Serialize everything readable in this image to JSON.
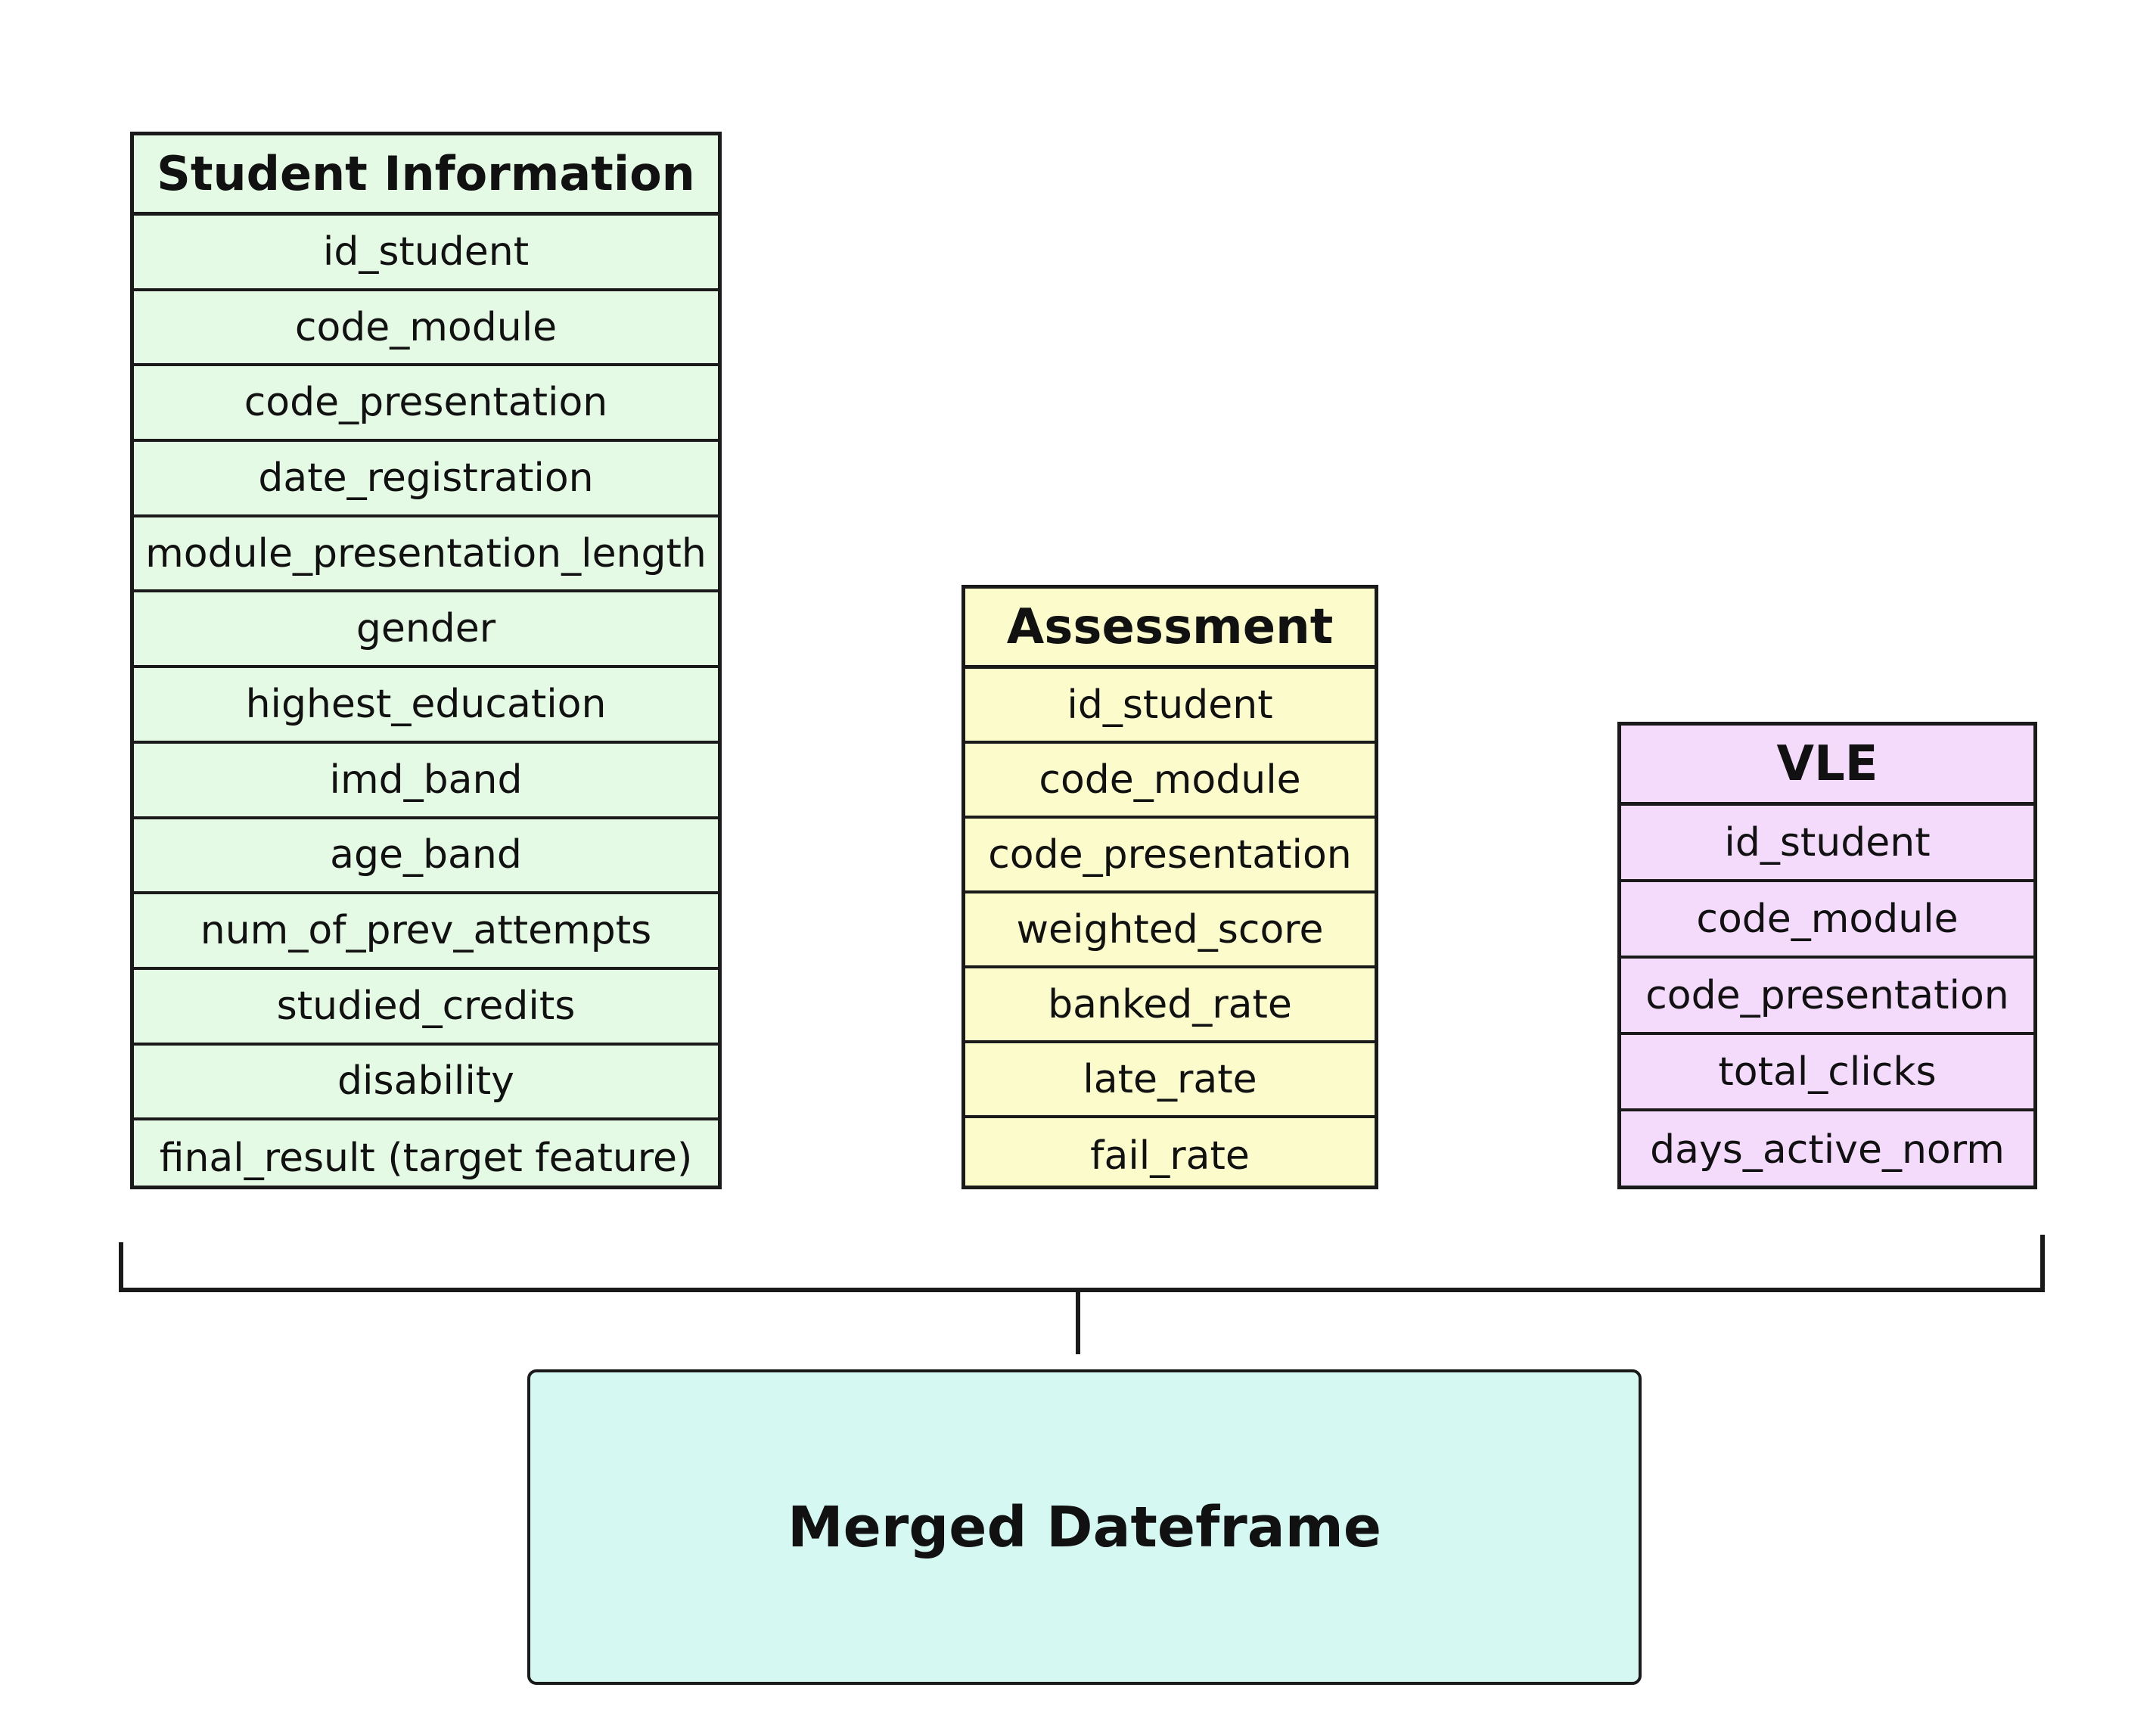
{
  "tables": {
    "student": {
      "title": "Student Information",
      "fields": [
        "id_student",
        "code_module",
        "code_presentation",
        "date_registration",
        "module_presentation_length",
        "gender",
        "highest_education",
        "imd_band",
        "age_band",
        "num_of_prev_attempts",
        "studied_credits",
        "disability",
        "final_result (target feature)"
      ],
      "color": "#e4fae4"
    },
    "assessment": {
      "title": "Assessment",
      "fields": [
        "id_student",
        "code_module",
        "code_presentation",
        "weighted_score",
        "banked_rate",
        "late_rate",
        "fail_rate"
      ],
      "color": "#fbfbcc"
    },
    "vle": {
      "title": "VLE",
      "fields": [
        "id_student",
        "code_module",
        "code_presentation",
        "total_clicks",
        "days_active_norm"
      ],
      "color": "#f4dbfc"
    }
  },
  "merged": {
    "label": "Merged Dateframe",
    "color": "#d6f8f2"
  }
}
